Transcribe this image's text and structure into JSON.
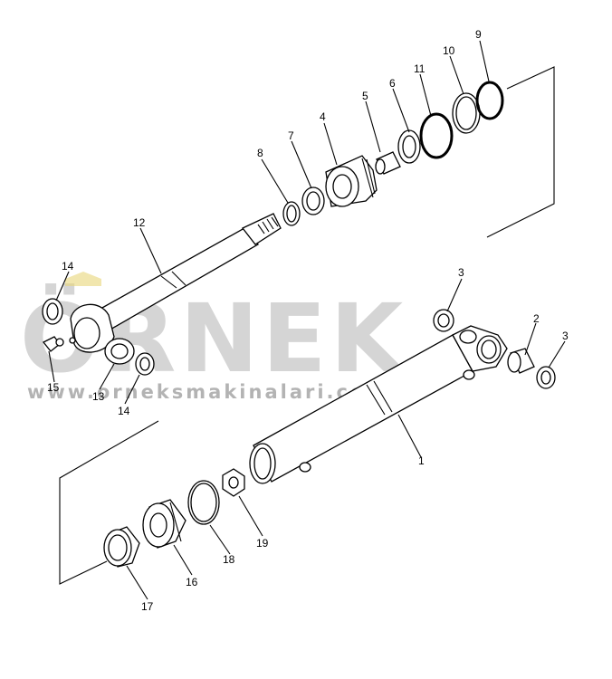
{
  "watermark": {
    "brand": "ÖRNEK",
    "url": "www.orneksmakinalari.com.tr"
  },
  "callouts": [
    {
      "id": "1",
      "text": "1"
    },
    {
      "id": "2",
      "text": "2"
    },
    {
      "id": "3a",
      "text": "3"
    },
    {
      "id": "3b",
      "text": "3"
    },
    {
      "id": "4",
      "text": "4"
    },
    {
      "id": "5",
      "text": "5"
    },
    {
      "id": "6",
      "text": "6"
    },
    {
      "id": "7",
      "text": "7"
    },
    {
      "id": "8",
      "text": "8"
    },
    {
      "id": "9",
      "text": "9"
    },
    {
      "id": "10",
      "text": "10"
    },
    {
      "id": "11",
      "text": "11"
    },
    {
      "id": "12",
      "text": "12"
    },
    {
      "id": "13",
      "text": "13"
    },
    {
      "id": "14a",
      "text": "14"
    },
    {
      "id": "14b",
      "text": "14"
    },
    {
      "id": "15",
      "text": "15"
    },
    {
      "id": "16",
      "text": "16"
    },
    {
      "id": "17",
      "text": "17"
    },
    {
      "id": "18",
      "text": "18"
    },
    {
      "id": "19",
      "text": "19"
    }
  ]
}
